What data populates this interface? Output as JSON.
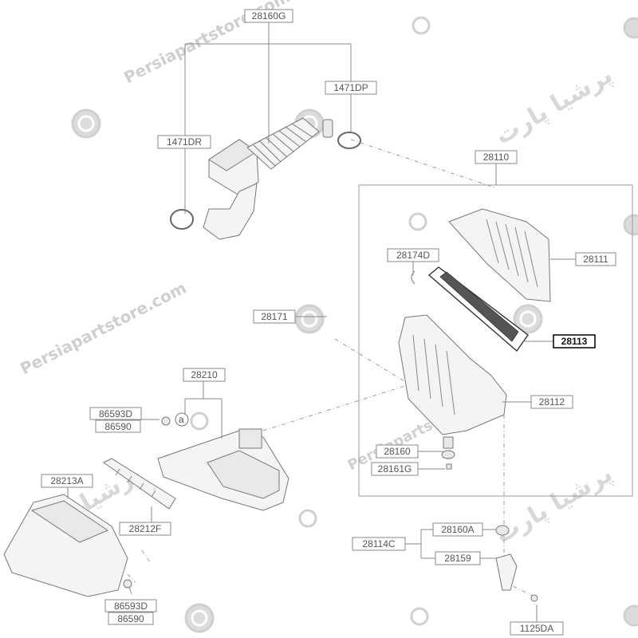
{
  "diagram": {
    "parts": [
      {
        "id": "p28160G",
        "label": "28160G"
      },
      {
        "id": "p1471DP",
        "label": "1471DP"
      },
      {
        "id": "p1471DR",
        "label": "1471DR"
      },
      {
        "id": "p28110",
        "label": "28110"
      },
      {
        "id": "p28111",
        "label": "28111"
      },
      {
        "id": "p28174D",
        "label": "28174D"
      },
      {
        "id": "p28171",
        "label": "28171"
      },
      {
        "id": "p28113",
        "label": "28113",
        "highlight": true
      },
      {
        "id": "p28112",
        "label": "28112"
      },
      {
        "id": "p28210",
        "label": "28210"
      },
      {
        "id": "p86593D_a",
        "label": "86593D"
      },
      {
        "id": "p86590_a",
        "label": "86590"
      },
      {
        "id": "p28213A",
        "label": "28213A"
      },
      {
        "id": "p28212F",
        "label": "28212F"
      },
      {
        "id": "p28160",
        "label": "28160"
      },
      {
        "id": "p28161G",
        "label": "28161G"
      },
      {
        "id": "p28160A",
        "label": "28160A"
      },
      {
        "id": "p28114C",
        "label": "28114C"
      },
      {
        "id": "p28159",
        "label": "28159"
      },
      {
        "id": "p86593D_b",
        "label": "86593D"
      },
      {
        "id": "p86590_b",
        "label": "86590"
      },
      {
        "id": "p1125DA",
        "label": "1125DA"
      }
    ],
    "marker_letter": "a"
  },
  "watermark": {
    "url_text": "Persiapartstore.com",
    "fa_text": "پرشیا پارت"
  },
  "colors": {
    "line": "#8a8a8a",
    "highlight_box": "#111111",
    "watermark": "#cfcfcf"
  }
}
